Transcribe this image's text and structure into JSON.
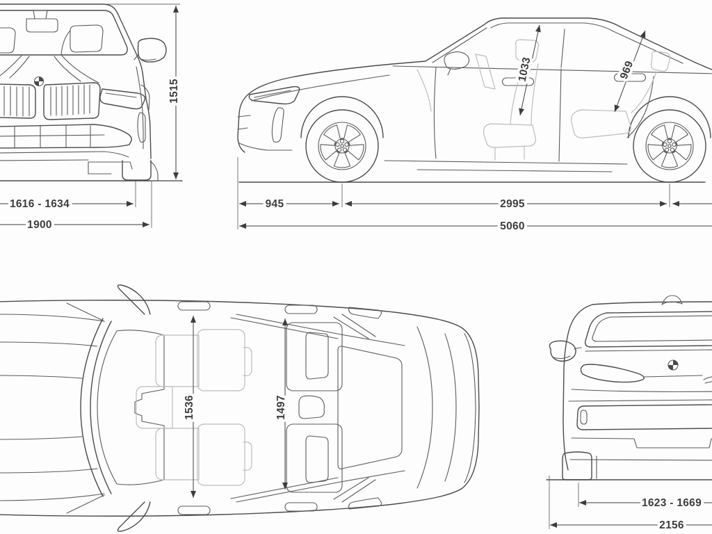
{
  "document": {
    "kind": "vehicle dimensions blueprint",
    "views": [
      "front",
      "side",
      "top",
      "rear"
    ]
  },
  "colors": {
    "background": "#fdfdfd",
    "outline": "#4a4a4a",
    "ghost_lines": "#bcbcbc",
    "dimension_lines": "#3d3d3d"
  },
  "front_view": {
    "overall_height": "1515",
    "front_track": "1616 - 1634",
    "overall_width": "1900"
  },
  "side_view": {
    "front_interior_height": "1033",
    "rear_interior_height": "969",
    "front_overhang": "945",
    "wheelbase": "2995",
    "overall_length": "5060"
  },
  "top_view": {
    "front_interior_width": "1536",
    "rear_interior_width": "1497"
  },
  "rear_view": {
    "rear_track": "1623 - 1669",
    "width_including_mirrors": "2156"
  }
}
